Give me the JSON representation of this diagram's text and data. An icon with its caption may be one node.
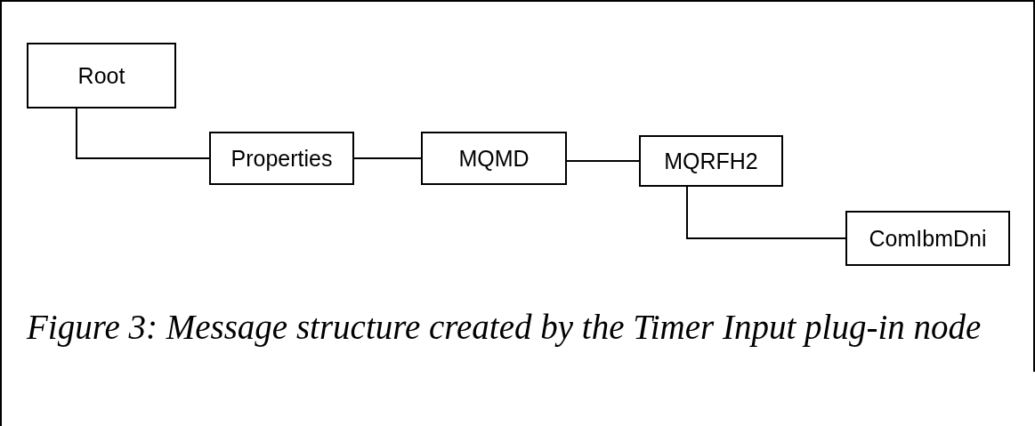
{
  "diagram": {
    "caption": "Figure 3: Message structure created by the Timer Input plug-in node",
    "nodes": [
      {
        "text": [
          "Root"
        ]
      },
      {
        "text": [
          "Properties"
        ]
      },
      {
        "text": [
          "MQMD"
        ]
      },
      {
        "text": [
          "MQRFH2"
        ]
      },
      {
        "text": [
          "ComIbmDni"
        ]
      }
    ],
    "edges": [
      {
        "from": 0,
        "to": 1,
        "arrow": "none"
      },
      {
        "from": 1,
        "to": 2,
        "arrow": "none"
      },
      {
        "from": 2,
        "to": 3,
        "arrow": "none"
      },
      {
        "from": 3,
        "to": 4,
        "arrow": "none"
      }
    ]
  }
}
